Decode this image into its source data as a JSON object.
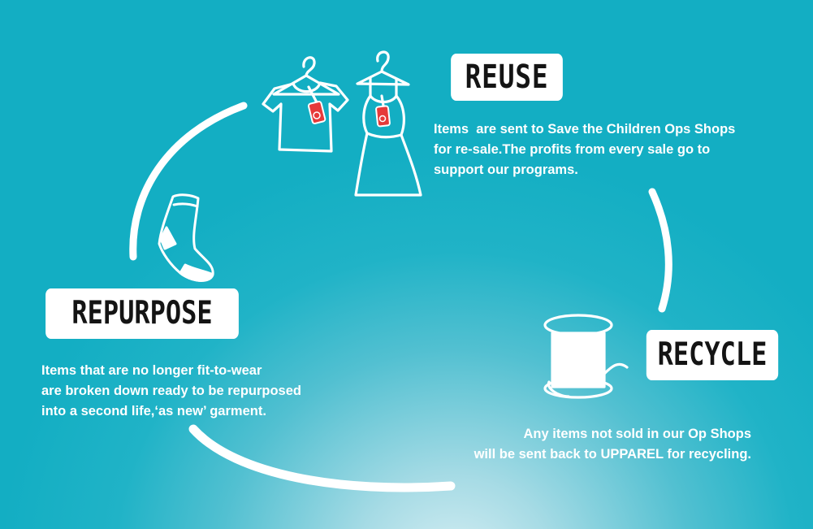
{
  "stages": {
    "reuse": {
      "label": "REUSE",
      "lines": [
        "Items  are sent to Save the Children Ops Shops",
        "for re-sale.The profits from every sale go to",
        "support our programs."
      ]
    },
    "recycle": {
      "label": "RECYCLE",
      "lines": [
        "Any items not sold in our Op Shops",
        "will be sent back to UPPAREL for recycling."
      ]
    },
    "repurpose": {
      "label": "REPURPOSE",
      "lines": [
        "Items that are no longer fit-to-wear",
        "are broken down ready to be repurposed",
        "into a second life,‘as new’ garment."
      ]
    }
  },
  "icons": [
    "tshirt-on-hanger-icon",
    "dress-on-hanger-icon",
    "price-tag-icon",
    "sock-icon",
    "thread-spool-icon"
  ],
  "colors": {
    "background": "#13aec3",
    "label_bg": "#ffffff",
    "label_text": "#141414",
    "text": "#ffffff",
    "tag": "#e63a3a"
  }
}
